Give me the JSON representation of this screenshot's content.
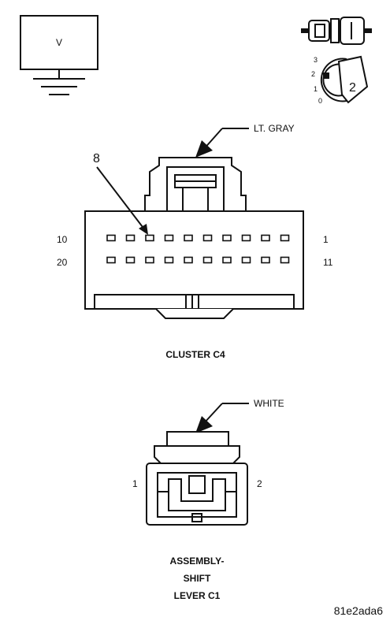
{
  "meter": {
    "label": "V"
  },
  "key_icon": {
    "positions": [
      "3",
      "2",
      "1",
      "0"
    ],
    "key_number": "2"
  },
  "cluster": {
    "wire_color": "LT. GRAY",
    "pin_callout": "8",
    "left_top": "10",
    "left_bottom": "20",
    "right_top": "1",
    "right_bottom": "11",
    "title": "CLUSTER C4"
  },
  "shift_lever": {
    "wire_color": "WHITE",
    "pin_left": "1",
    "pin_right": "2",
    "title_lines": [
      "ASSEMBLY-",
      "SHIFT",
      "LEVER C1"
    ]
  },
  "figure_id": "81e2ada6"
}
